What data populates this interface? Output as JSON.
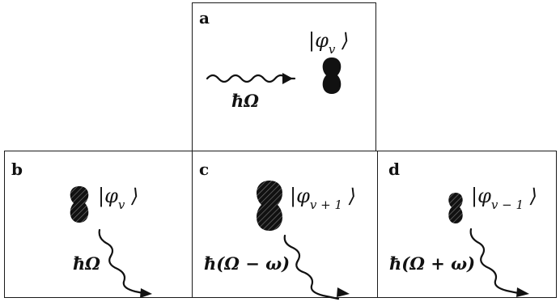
{
  "panels": [
    {
      "id": "a",
      "label": "a",
      "ket": {
        "open": "|",
        "symbol": "φ",
        "sub": "v",
        "close": "⟩"
      },
      "energy": "ħΩ",
      "photon": "incoming"
    },
    {
      "id": "b",
      "label": "b",
      "ket": {
        "open": "|",
        "symbol": "φ",
        "sub": "v",
        "close": "⟩"
      },
      "energy": "ħΩ",
      "photon": "emitted"
    },
    {
      "id": "c",
      "label": "c",
      "ket": {
        "open": "|",
        "symbol": "φ",
        "sub": "v + 1",
        "close": "⟩"
      },
      "energy": "ħ(Ω − ω)",
      "photon": "emitted"
    },
    {
      "id": "d",
      "label": "d",
      "ket": {
        "open": "|",
        "symbol": "φ",
        "sub": "v − 1",
        "close": "⟩"
      },
      "energy": "ħ(Ω + ω)",
      "photon": "emitted"
    }
  ],
  "colors": {
    "ink": "#111111",
    "border": "#1a1a1a",
    "background": "#ffffff"
  }
}
